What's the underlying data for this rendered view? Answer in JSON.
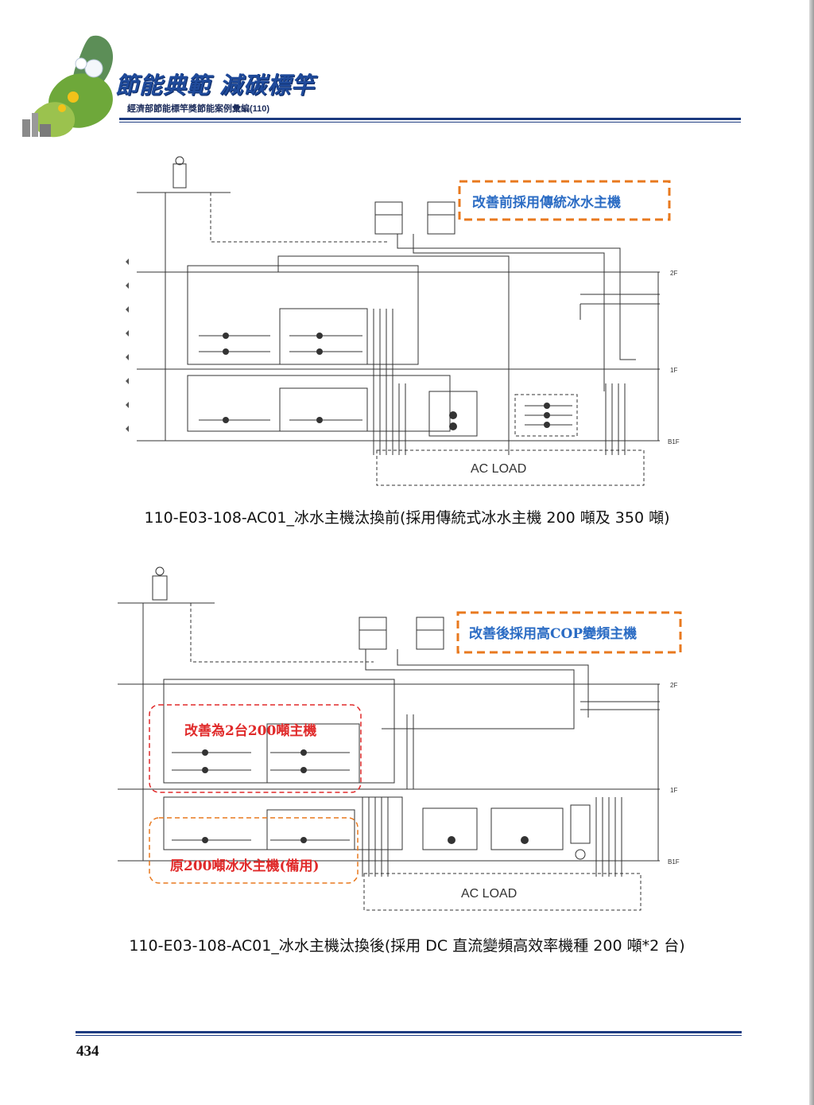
{
  "header": {
    "title": "節能典範 減碳標竿",
    "subtitle": "經濟部節能標竿獎節能案例彙編(110)"
  },
  "diagram_before": {
    "callout": "改善前採用傳統冰水主機",
    "ac_load_label": "AC LOAD",
    "floor_labels": [
      "2F",
      "1F",
      "B1F"
    ]
  },
  "caption_before": "110-E03-108-AC01_冰水主機汰換前(採用傳統式冰水主機 200 噸及 350 噸)",
  "diagram_after": {
    "callout_top": "改善後採用高COP變頻主機",
    "callout_red": "改善為2台200噸主機",
    "callout_orange": "原200噸冰水主機(備用)",
    "ac_load_label": "AC LOAD",
    "floor_labels": [
      "2F",
      "1F",
      "B1F"
    ]
  },
  "caption_after": "110-E03-108-AC01_冰水主機汰換後(採用 DC 直流變頻高效率機種 200 噸*2 台)",
  "footer": {
    "page_number": "434"
  },
  "colors": {
    "brand_blue": "#1d3b80",
    "callout_orange": "#e8791e",
    "callout_red": "#e02a2a",
    "callout_text_blue": "#2b6cc4"
  }
}
